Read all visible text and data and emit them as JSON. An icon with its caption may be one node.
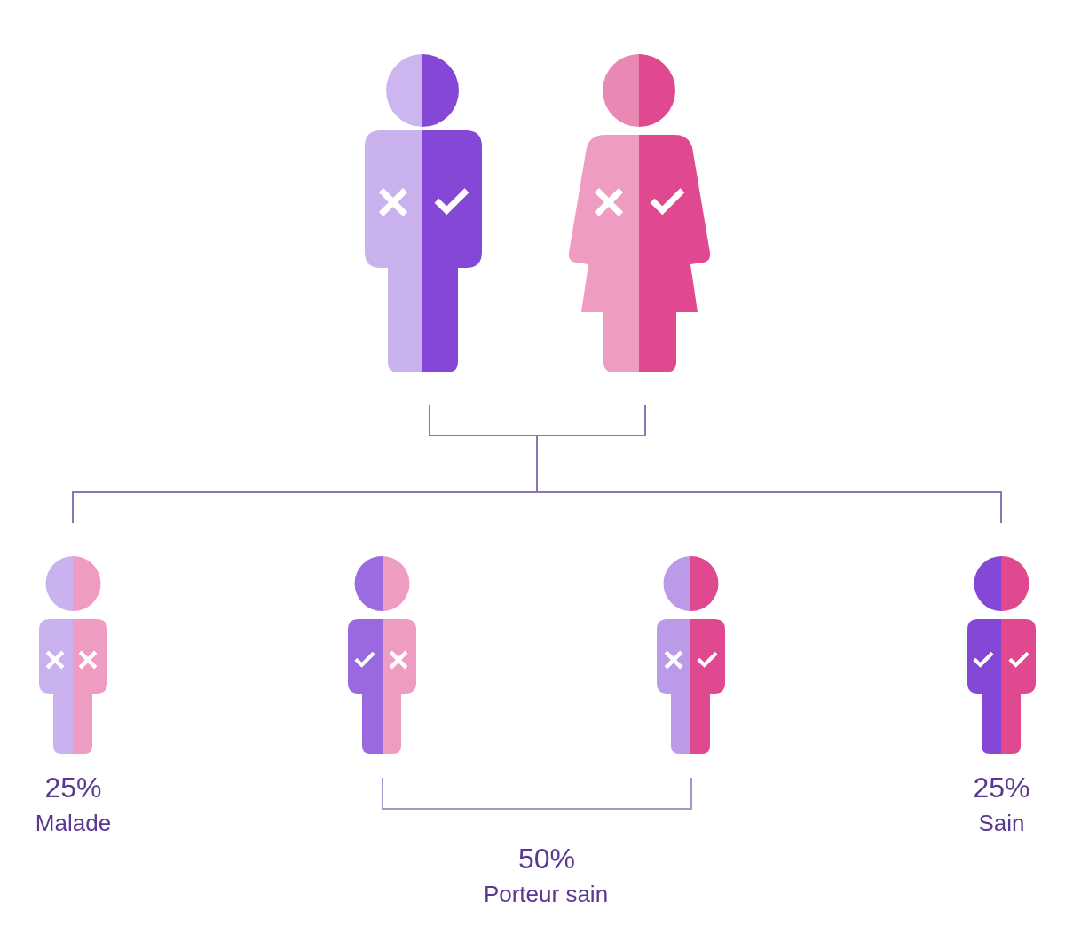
{
  "diagram": {
    "nodes": [
      {
        "text": [],
        "shape": "person"
      },
      {
        "text": [],
        "shape": "person"
      },
      {
        "text": [],
        "shape": "person",
        "beside": [
          "25%",
          "Malade"
        ]
      },
      {
        "text": [],
        "shape": "person"
      },
      {
        "text": [],
        "shape": "person"
      },
      {
        "text": [],
        "shape": "person",
        "beside": [
          "25%",
          "Sain"
        ]
      }
    ],
    "edges": [
      {
        "from": 0,
        "to": 2,
        "arrow": "none"
      },
      {
        "from": 0,
        "to": 5,
        "arrow": "none"
      },
      {
        "from": 1,
        "to": 2,
        "arrow": "none"
      },
      {
        "from": 1,
        "to": 5,
        "arrow": "none"
      }
    ],
    "labels": [
      "50%",
      "Porteur sain"
    ]
  }
}
